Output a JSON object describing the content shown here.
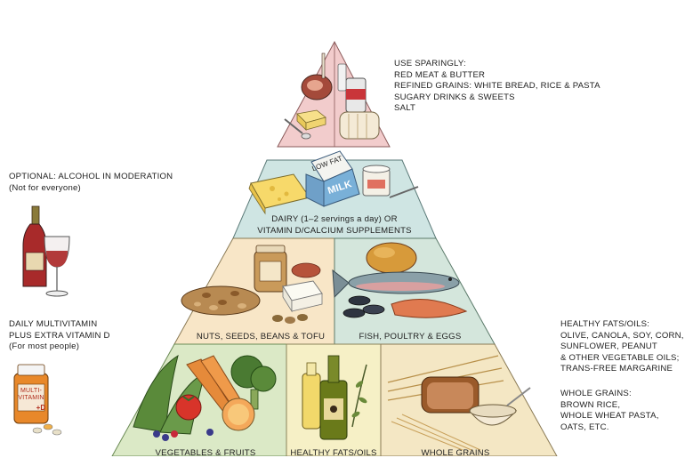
{
  "top_note": {
    "heading": "USE SPARINGLY:",
    "items": [
      "RED MEAT & BUTTER",
      "REFINED GRAINS: WHITE BREAD, RICE & PASTA",
      "SUGARY DRINKS & SWEETS",
      "SALT"
    ]
  },
  "alcohol_note": {
    "heading": "OPTIONAL: ALCOHOL IN MODERATION",
    "sub": "(Not for everyone)"
  },
  "vitamin_note": {
    "line1": "DAILY MULTIVITAMIN",
    "line2": "PLUS EXTRA VITAMIN D",
    "sub": "(For most people)"
  },
  "right_note": {
    "fats_heading": "HEALTHY FATS/OILS:",
    "fats_lines": [
      "OLIVE, CANOLA, SOY, CORN,",
      "SUNFLOWER, PEANUT",
      "& OTHER VEGETABLE OILS;",
      "TRANS-FREE MARGARINE"
    ],
    "grains_heading": "WHOLE GRAINS:",
    "grains_lines": [
      "BROWN RICE,",
      "WHOLE WHEAT PASTA,",
      "OATS, ETC."
    ]
  },
  "tiers": {
    "dairy": {
      "line1": "DAIRY (1–2 servings a day) OR",
      "line2": "VITAMIN D/CALCIUM SUPPLEMENTS"
    },
    "nuts": "NUTS, SEEDS, BEANS & TOFU",
    "fish": "FISH, POULTRY & EGGS",
    "veg": "VEGETABLES & FRUITS",
    "fats": "HEALTHY FATS/OILS",
    "grains": "WHOLE GRAINS"
  },
  "art_labels": {
    "milk_top": "LOW FAT",
    "milk_main": "MILK",
    "vitamin_bottle": "MULTI-VITAMIN",
    "vitamin_d": "+D"
  },
  "colors": {
    "top_tier": "#f2cccc",
    "dairy_tier": "#cfe5e3",
    "nuts_tier": "#f8e6c7",
    "fish_tier": "#d4e6dc",
    "veg_tier": "#dbe9c6",
    "fats_tier": "#f6f0c6",
    "grains_tier": "#f4e7c4"
  }
}
